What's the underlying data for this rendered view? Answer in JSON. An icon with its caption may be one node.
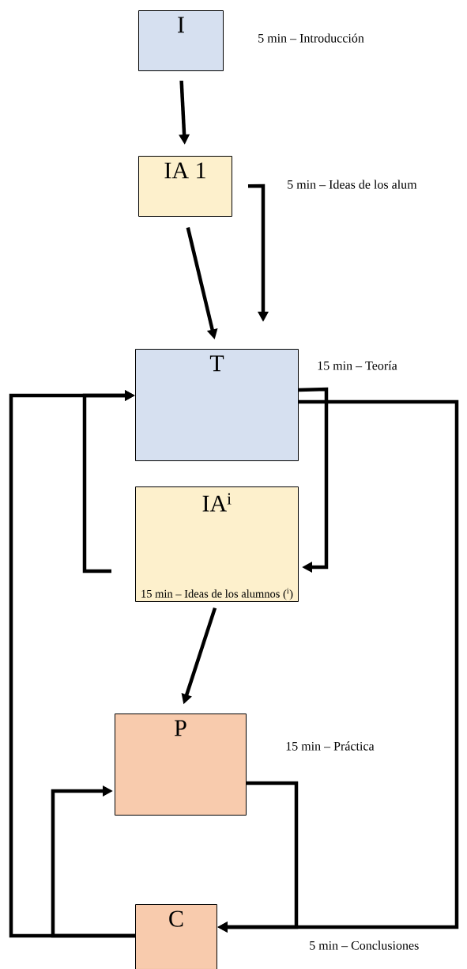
{
  "diagram": {
    "nodes": [
      {
        "text": [
          "I"
        ],
        "beside": [
          "5 min – Introducción"
        ]
      },
      {
        "text": [
          "IA 1"
        ]
      },
      {
        "text": [
          "T"
        ],
        "beside": [
          "15 min – Teoría"
        ]
      },
      {
        "text": [
          "IA$^{i}$",
          "15 min – Ideas de los alumnos ($^{i}$)"
        ]
      },
      {
        "text": [
          "P"
        ],
        "beside": [
          "15 min – Práctica"
        ]
      },
      {
        "text": [
          "C"
        ]
      }
    ],
    "edges": [
      {
        "from": 0,
        "to": 1,
        "arrow": "to"
      },
      {
        "from": 1,
        "to": 2,
        "arrow": "to"
      },
      {
        "from": 1,
        "to": 2,
        "arrow": "to"
      },
      {
        "from": 2,
        "to": 3,
        "arrow": "to"
      },
      {
        "from": 3,
        "to": 2,
        "arrow": "to"
      },
      {
        "from": 3,
        "to": 4,
        "arrow": "to"
      },
      {
        "from": 4,
        "to": 5,
        "arrow": "to"
      },
      {
        "from": 2,
        "to": 5,
        "arrow": "to"
      },
      {
        "from": 5,
        "to": 2,
        "arrow": "to"
      },
      {
        "from": 5,
        "to": 4,
        "arrow": "to"
      }
    ],
    "labels": [
      "5 min – Ideas de los alum",
      "5 min – Conclusiones"
    ]
  }
}
